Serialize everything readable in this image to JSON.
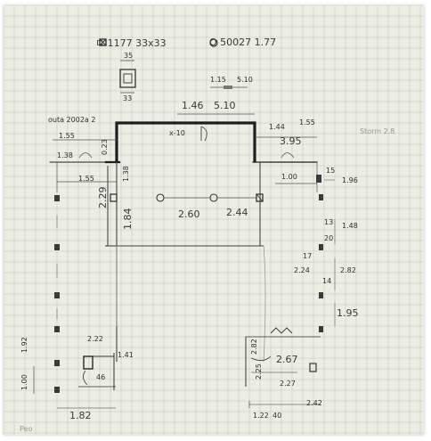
{
  "legend": {
    "square_symbol_label": "ㅁ 1177 33x33",
    "circle_symbol_label": "O 50027 1.77"
  },
  "notes": {
    "column_size_top": "35",
    "column_size_bottom": "33",
    "top_dim_a": "1.15",
    "top_dim_b": "5.10",
    "entrance_width_a": "1.46",
    "entrance_width_b": "5.10",
    "entrance_tag": "x-10",
    "left_header": "outa 2002a 2",
    "left_dim_1": "1.55",
    "left_dim_2": "1.55",
    "left_dim_3": "0.23",
    "left_dim_4": "1.38",
    "left_dim_5": "1.38",
    "right_dim_1": "1.44",
    "right_dim_2": "1.55",
    "right_dim_3": "3.95",
    "right_dim_4": "1.00",
    "right_dim_5": "1.96",
    "right_side_note": "Storm 2.8",
    "vertical_dim_1": "2.29",
    "vertical_dim_2": "1.84",
    "column_span_a": "2.60",
    "column_span_b": "2.44",
    "right_vertical_1": "1.48",
    "right_vertical_2": "2.24",
    "right_vertical_3": "2.82",
    "right_vertical_4": "1.95",
    "lower_right_a": "2.67",
    "lower_right_b": "2.27",
    "lower_right_c": "2.25",
    "lower_right_d": "1.22",
    "lower_right_e": "2.42",
    "lower_right_f": "40",
    "lower_right_g": "2.82",
    "lower_left_a": "2.22",
    "lower_left_b": "1.41",
    "lower_left_c": "1.00",
    "lower_left_d": "1.92",
    "lower_left_e": "46",
    "lower_left_f": "1.82",
    "margin_scribble": "Peo",
    "right_tiny_1": "15",
    "right_tiny_2": "13",
    "right_tiny_3": "20",
    "right_tiny_4": "17",
    "right_tiny_5": "14"
  },
  "colors": {
    "paper": "#ecede3",
    "grid": "#c6c8bb",
    "pencil": "#4a4a4a",
    "ink_heavy": "#1e1e1e"
  },
  "icons": [
    "square-column-symbol",
    "circle-column-symbol",
    "window-symbol"
  ]
}
